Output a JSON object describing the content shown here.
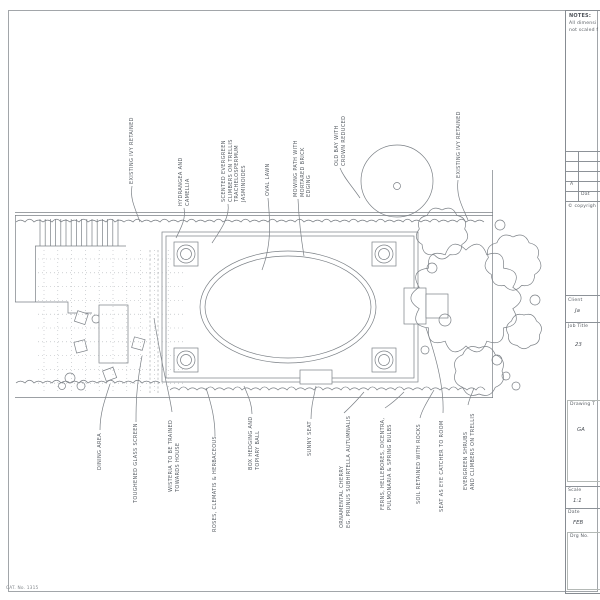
{
  "sheet": {
    "footer_note": "CAT. No. 1315"
  },
  "title_block": {
    "notes": {
      "heading": "NOTES:",
      "line1": "All dimensi",
      "line2": "not scaled f"
    },
    "revisions": {
      "rev_label": "A",
      "date_label": "Dat"
    },
    "copyright": "© copyrigh",
    "client": {
      "heading": "Client",
      "value": "Ja"
    },
    "job": {
      "heading": "Job Title",
      "value": "23"
    },
    "drawing": {
      "heading": "Drawing T",
      "value": "GA"
    },
    "scale": {
      "heading": "Scale",
      "value": "1:1"
    },
    "date": {
      "heading": "Date",
      "value": "FEB"
    },
    "drg": {
      "heading": "Drg No."
    }
  },
  "annotations": {
    "top": [
      {
        "text": "EXISTING IVY RETAINED"
      },
      {
        "text": "HYDRANGEA AND\nCAMELLIA"
      },
      {
        "text": "SCENTED EVERGREEN\nCLIMBERS ON TRELLIS\nTRACHELOSPERMUM\nJASMINOIDES"
      },
      {
        "text": "OVAL LAWN"
      },
      {
        "text": "MOWING PATH WITH\nMORTARED BRICK\nEDGING"
      },
      {
        "text": "OLD BAY WITH\nCROWN REDUCED"
      },
      {
        "text": "EXISTING IVY RETAINED"
      }
    ],
    "bottom": [
      {
        "text": "DINING AREA"
      },
      {
        "text": "TOUGHENED GLASS SCREEN"
      },
      {
        "text": "WISTERIA TO BE TRAINED\nTOWARDS HOUSE"
      },
      {
        "text": "ROSES, CLEMATIS & HERBACEOUS"
      },
      {
        "text": "BOX HEDGING AND\nTOPIARY BALL"
      },
      {
        "text": "SUNNY SEAT"
      },
      {
        "text": "ORNAMENTAL CHERRY\nEG. PRUNUS SUBHIRTELLA AUTUMNALIS"
      },
      {
        "text": "FERNS, HELLEBORES, DICENTRA,\nPULMONARIA & SPRING BULBS"
      },
      {
        "text": "SOIL RETAINED WITH ROCKS"
      },
      {
        "text": "SEAT AS EYE CATCHER TO ROOM"
      },
      {
        "text": "EVERGREEN SHRUBS\nAND CLIMBERS ON TRELLIS"
      }
    ]
  }
}
